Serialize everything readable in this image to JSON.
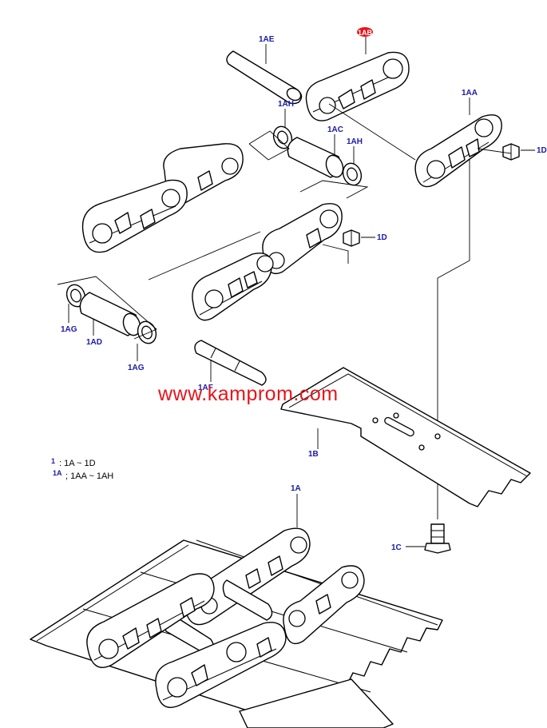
{
  "colors": {
    "callout": "#1a1aa6",
    "watermark": "#e8141b",
    "badge_fill": "#e8141b",
    "badge_text": "#ffffff",
    "line": "#000000"
  },
  "callouts": {
    "c1AE": "1AE",
    "c1AB": "1AB",
    "c1AH_a": "1AH",
    "c1AC": "1AC",
    "c1AH_b": "1AH",
    "c1AA": "1AA",
    "c1D_a": "1D",
    "c1D_b": "1D",
    "c1AG_a": "1AG",
    "c1AD": "1AD",
    "c1AG_b": "1AG",
    "c1AF": "1AF",
    "c1B": "1B",
    "c1A": "1A",
    "c1C": "1C"
  },
  "watermark": "www.kamprom.com",
  "legend": [
    {
      "key": "1",
      "text": ": 1A ~ 1D"
    },
    {
      "key": "1A",
      "text": "; 1AA ~ 1AH"
    }
  ]
}
